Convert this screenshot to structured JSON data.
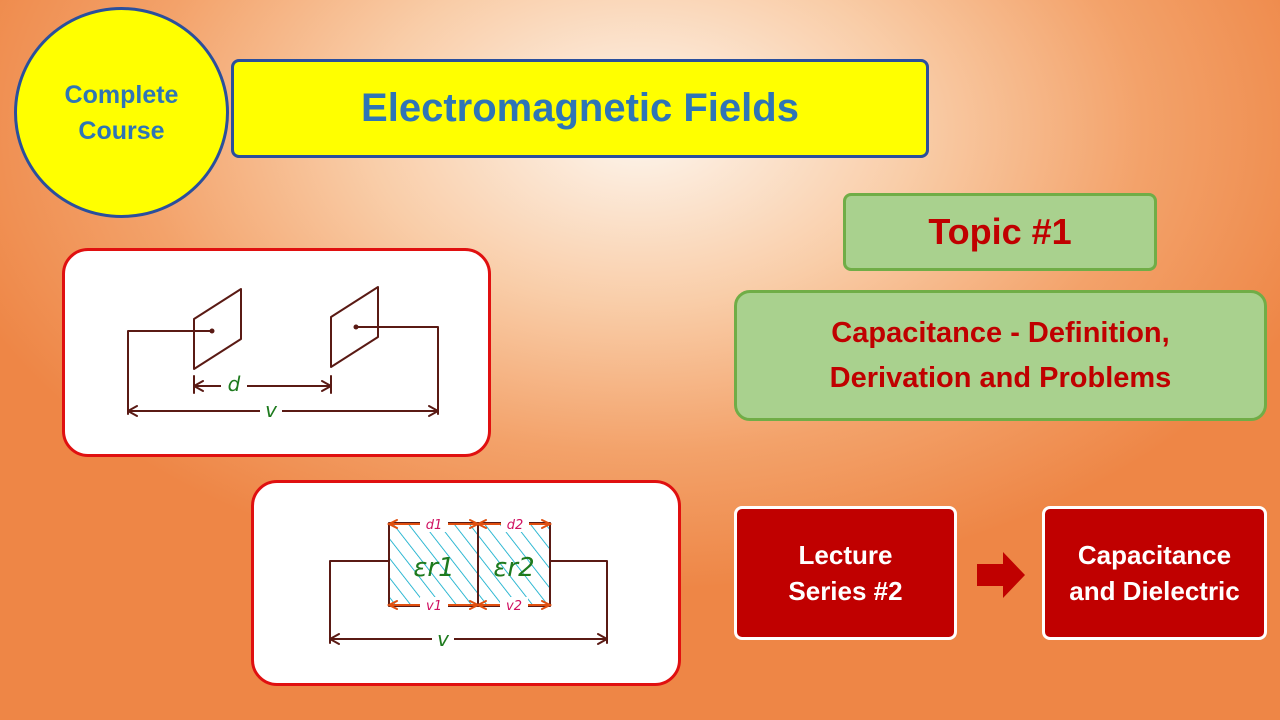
{
  "badge": {
    "line1": "Complete",
    "line2": "Course"
  },
  "title": "Electromagnetic Fields",
  "topic": "Topic #1",
  "subtitle": {
    "line1": "Capacitance - Definition,",
    "line2": "Derivation and Problems"
  },
  "lecture": {
    "line1": "Lecture",
    "line2": "Series #2"
  },
  "next": {
    "line1": "Capacitance",
    "line2": "and Dielectric"
  },
  "diagram1": {
    "gap_label": "d",
    "voltage_label": "v"
  },
  "diagram2": {
    "d1_label": "d1",
    "d2_label": "d2",
    "eps1_label": "εr1",
    "eps2_label": "εr2",
    "v1_label": "v1",
    "v2_label": "v2",
    "voltage_label": "v"
  },
  "colors": {
    "yellow": "#ffff00",
    "blue_text": "#2e75b6",
    "blue_border": "#2a4f9c",
    "green_fill": "#a9d18e",
    "green_border": "#70ad47",
    "dark_red": "#c00000",
    "hatch": "#00a8c8",
    "ink": "#5a1a14",
    "label_green": "#1e7a1e",
    "label_pink": "#d01060"
  }
}
